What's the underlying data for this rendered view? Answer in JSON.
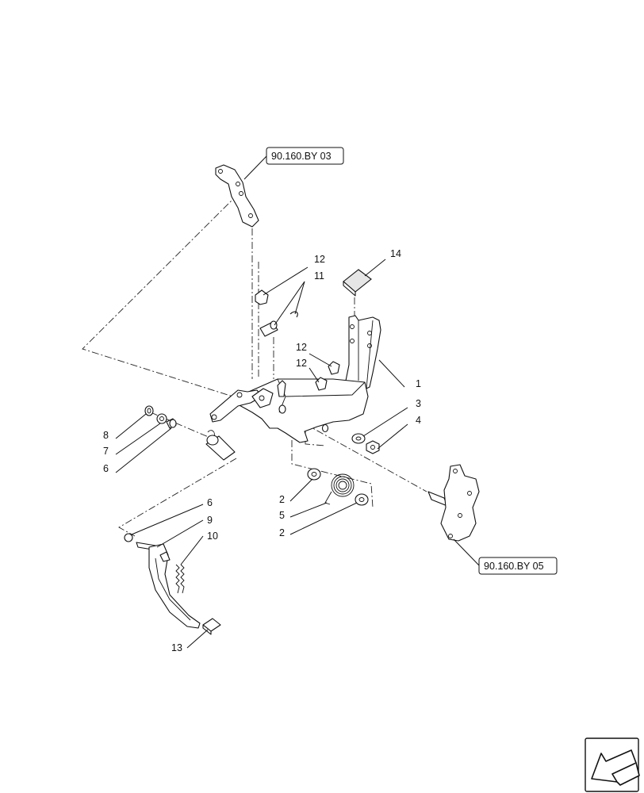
{
  "references": {
    "top": "90.160.BY 03",
    "right": "90.160.BY 05"
  },
  "callouts": {
    "c1": "1",
    "c2a": "2",
    "c2b": "2",
    "c3": "3",
    "c4": "4",
    "c5": "5",
    "c6a": "6",
    "c6b": "6",
    "c7": "7",
    "c8": "8",
    "c9": "9",
    "c10": "10",
    "c11": "11",
    "c12a": "12",
    "c12b": "12",
    "c12c": "12",
    "c13": "13",
    "c14": "14"
  },
  "icons": {
    "nav": "arrow-back-icon"
  }
}
